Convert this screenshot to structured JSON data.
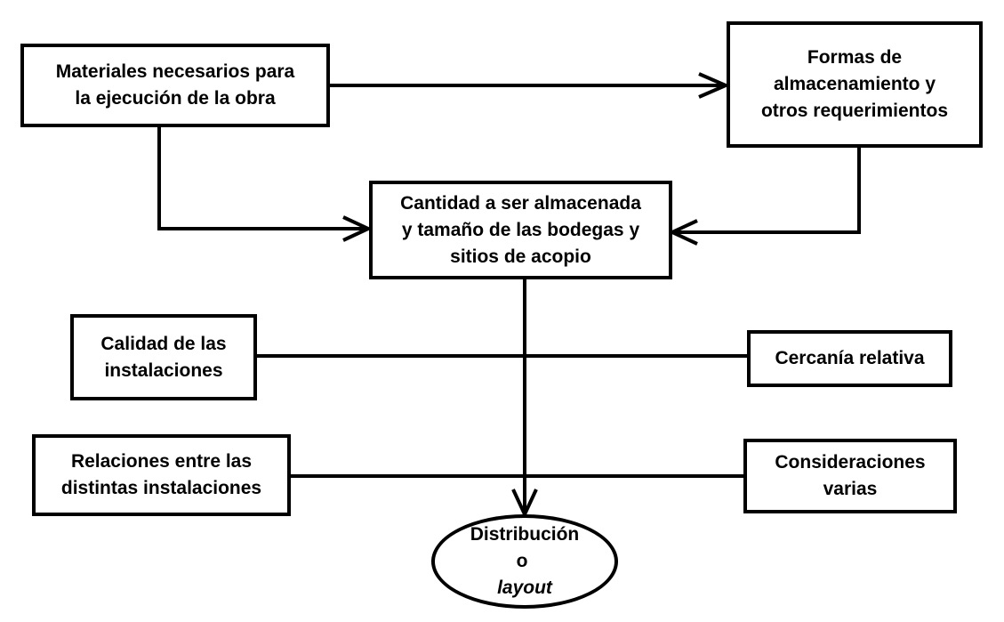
{
  "diagram": {
    "nodes": {
      "materiales": "Materiales necesarios para\nla ejecución de la obra",
      "formas": "Formas de\nalmacenamiento y\notros requerimientos",
      "cantidad": "Cantidad a ser almacenada\ny tamaño de las bodegas y\nsitios de acopio",
      "calidad": "Calidad de las\ninstalaciones",
      "cercania": "Cercanía relativa",
      "relaciones": "Relaciones entre las\ndistintas instalaciones",
      "consideraciones": "Consideraciones\nvarias",
      "distribucion_line1": "Distribución",
      "distribucion_line2_prefix": "o ",
      "distribucion_line2_italic": "layout"
    }
  }
}
